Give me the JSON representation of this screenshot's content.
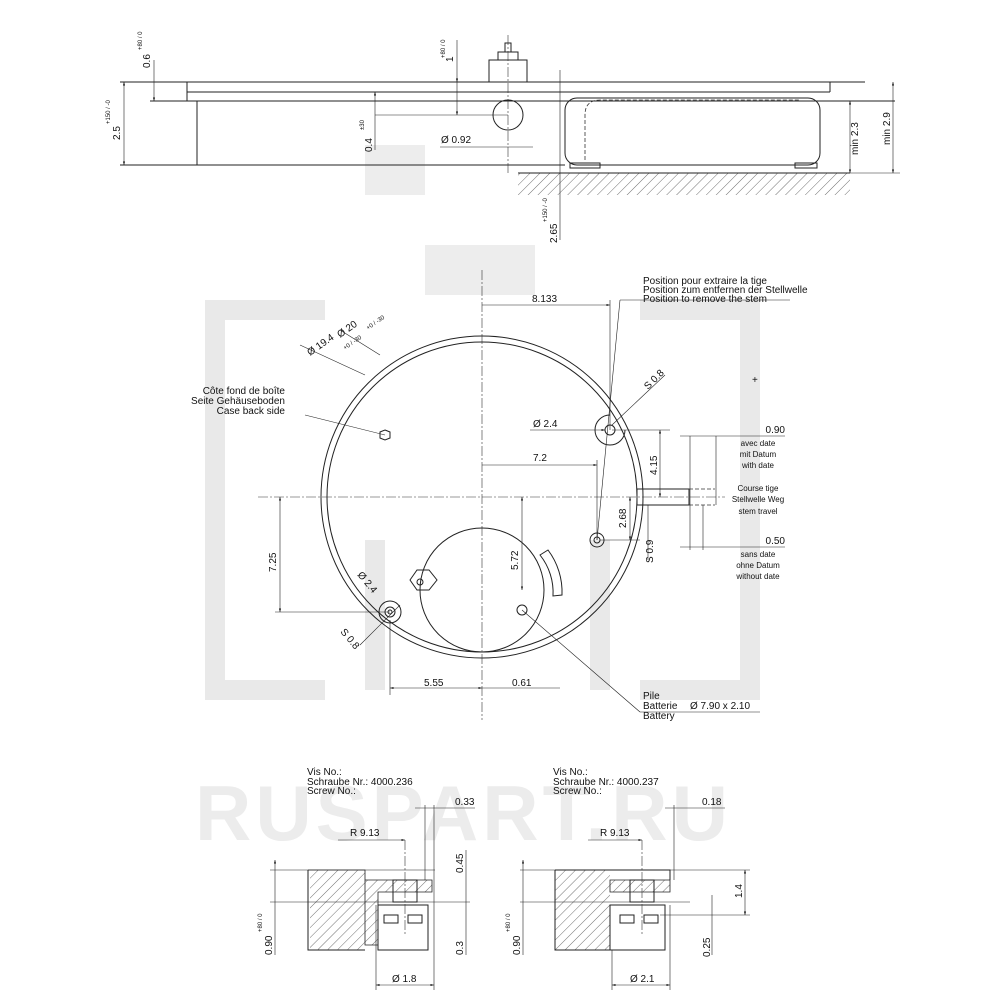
{
  "watermark": "RUSPART.RU",
  "side_view": {
    "dim_case_top": "0.6",
    "dim_case_top_tol": "+80 / 0",
    "dim_total": "2.5",
    "dim_total_tol": "+150 / -0",
    "dim_crown": "1",
    "dim_crown_tol": "+80 / 0",
    "dim_stem_height": "0.4",
    "dim_stem_height_tol": "±30",
    "dim_stem_dia": "Ø 0.92",
    "dim_ground": "2.65",
    "dim_ground_tol": "+150 / -0",
    "dim_min_1": "min 2.3",
    "dim_min_2": "min 2.9"
  },
  "top_view": {
    "dim_8133": "8.133",
    "stem_position_label": [
      "Position pour extraire la tige",
      "Position zum entfernen der Stellwelle",
      "Position to remove the stem"
    ],
    "dia_20": "Ø 20",
    "dia_20_tol": "+0 / -30",
    "dia_194": "Ø 19.4",
    "dia_194_tol": "+0 / -30",
    "case_back_label": [
      "Côte fond de boîte",
      "Seite Gehäuseboden",
      "Case back side"
    ],
    "dia_24_top": "Ø 2.4",
    "s08_top": "S 0.8",
    "dim_72": "7.2",
    "dim_415": "4.15",
    "dim_268": "2.68",
    "s09": "S 0.9",
    "dim_090": "0.90",
    "with_date": [
      "avec date",
      "mit Datum",
      "with date"
    ],
    "stem_travel": [
      "Course tige",
      "Stellwelle Weg",
      "stem travel"
    ],
    "dim_050": "0.50",
    "without_date": [
      "sans date",
      "ohne Datum",
      "without date"
    ],
    "dim_725": "7.25",
    "dim_572": "5.72",
    "dia_24_left": "Ø 2.4",
    "s08_left": "S 0.8",
    "dim_555": "5.55",
    "dim_061": "0.61",
    "battery_label": [
      "Pile",
      "Batterie",
      "Battery"
    ],
    "battery_size": "Ø 7.90 x 2.10"
  },
  "screw_details": [
    {
      "label": [
        "Vis No.:",
        "Schraube Nr.: 4000.236",
        "Screw No.:"
      ],
      "dim_top": "0.33",
      "radius": "R  9.13",
      "dim_a": "0.45",
      "dim_b": "0.3",
      "dim_height": "0.90",
      "dim_height_tol": "+80 / 0",
      "dia": "Ø 1.8"
    },
    {
      "label": [
        "Vis No.:",
        "Schraube Nr.: 4000.237",
        "Screw No.:"
      ],
      "dim_top": "0.18",
      "radius": "R  9.13",
      "dim_a": "1.4",
      "dim_b": "0.25",
      "dim_height": "0.90",
      "dim_height_tol": "+80 / 0",
      "dia": "Ø 2.1"
    }
  ]
}
